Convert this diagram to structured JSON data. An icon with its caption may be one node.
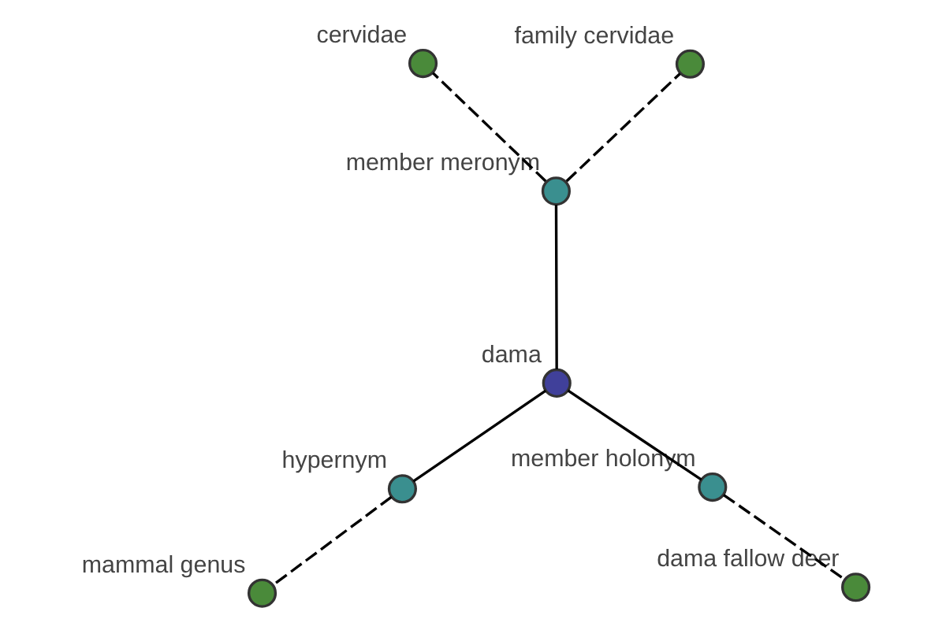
{
  "diagram": {
    "nodes": [
      {
        "text": [
          "dama"
        ]
      },
      {
        "text": [
          "member meronym"
        ]
      },
      {
        "text": [
          "hypernym"
        ]
      },
      {
        "text": [
          "member holonym"
        ]
      },
      {
        "text": [
          "family cervidae"
        ]
      },
      {
        "text": [
          "cervidae"
        ]
      },
      {
        "text": [
          "mammal genus"
        ]
      },
      {
        "text": [
          "dama fallow deer"
        ]
      }
    ],
    "edges": [
      {
        "from": 0,
        "to": 1,
        "arrow": "none"
      },
      {
        "from": 0,
        "to": 2,
        "arrow": "none"
      },
      {
        "from": 0,
        "to": 3,
        "arrow": "none"
      },
      {
        "from": 1,
        "to": 4,
        "arrow": "none",
        "style": "dashed"
      },
      {
        "from": 1,
        "to": 5,
        "arrow": "none",
        "style": "dashed"
      },
      {
        "from": 2,
        "to": 6,
        "arrow": "none",
        "style": "dashed"
      },
      {
        "from": 3,
        "to": 7,
        "arrow": "none",
        "style": "dashed"
      }
    ]
  }
}
